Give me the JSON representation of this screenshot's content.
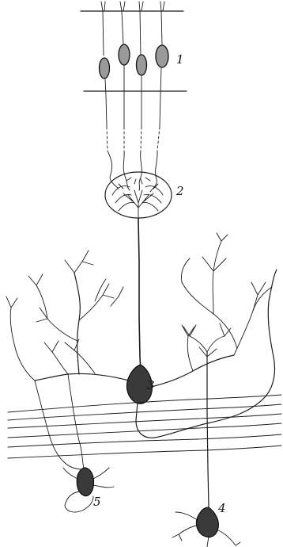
{
  "labels": {
    "receptor_cells": "1",
    "glomerulus": "2",
    "mitral_cell": "3",
    "tufted_cell": "4",
    "granule_cell": "5"
  }
}
